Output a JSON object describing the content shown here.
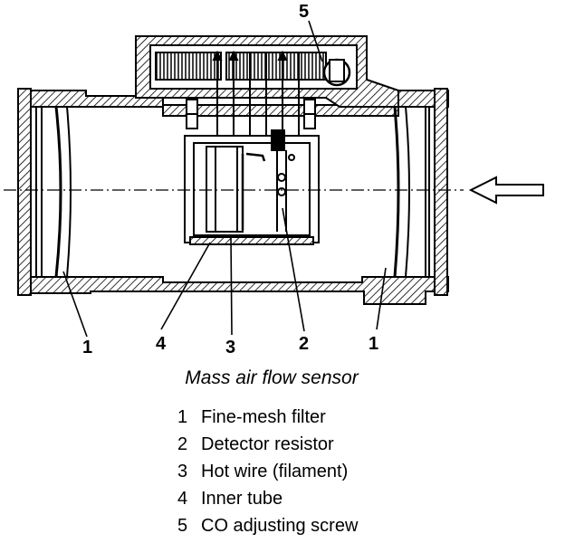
{
  "figure": {
    "caption": "Mass air flow sensor",
    "callouts": [
      {
        "id": "c5",
        "text": "5"
      },
      {
        "id": "c1-left",
        "text": "1"
      },
      {
        "id": "c4",
        "text": "4"
      },
      {
        "id": "c3",
        "text": "3"
      },
      {
        "id": "c2",
        "text": "2"
      },
      {
        "id": "c1-right",
        "text": "1"
      }
    ],
    "legend": [
      {
        "number": "1",
        "label": "Fine-mesh filter"
      },
      {
        "number": "2",
        "label": "Detector resistor"
      },
      {
        "number": "3",
        "label": "Hot wire (filament)"
      },
      {
        "number": "4",
        "label": "Inner tube"
      },
      {
        "number": "5",
        "label": "CO adjusting screw"
      }
    ]
  }
}
